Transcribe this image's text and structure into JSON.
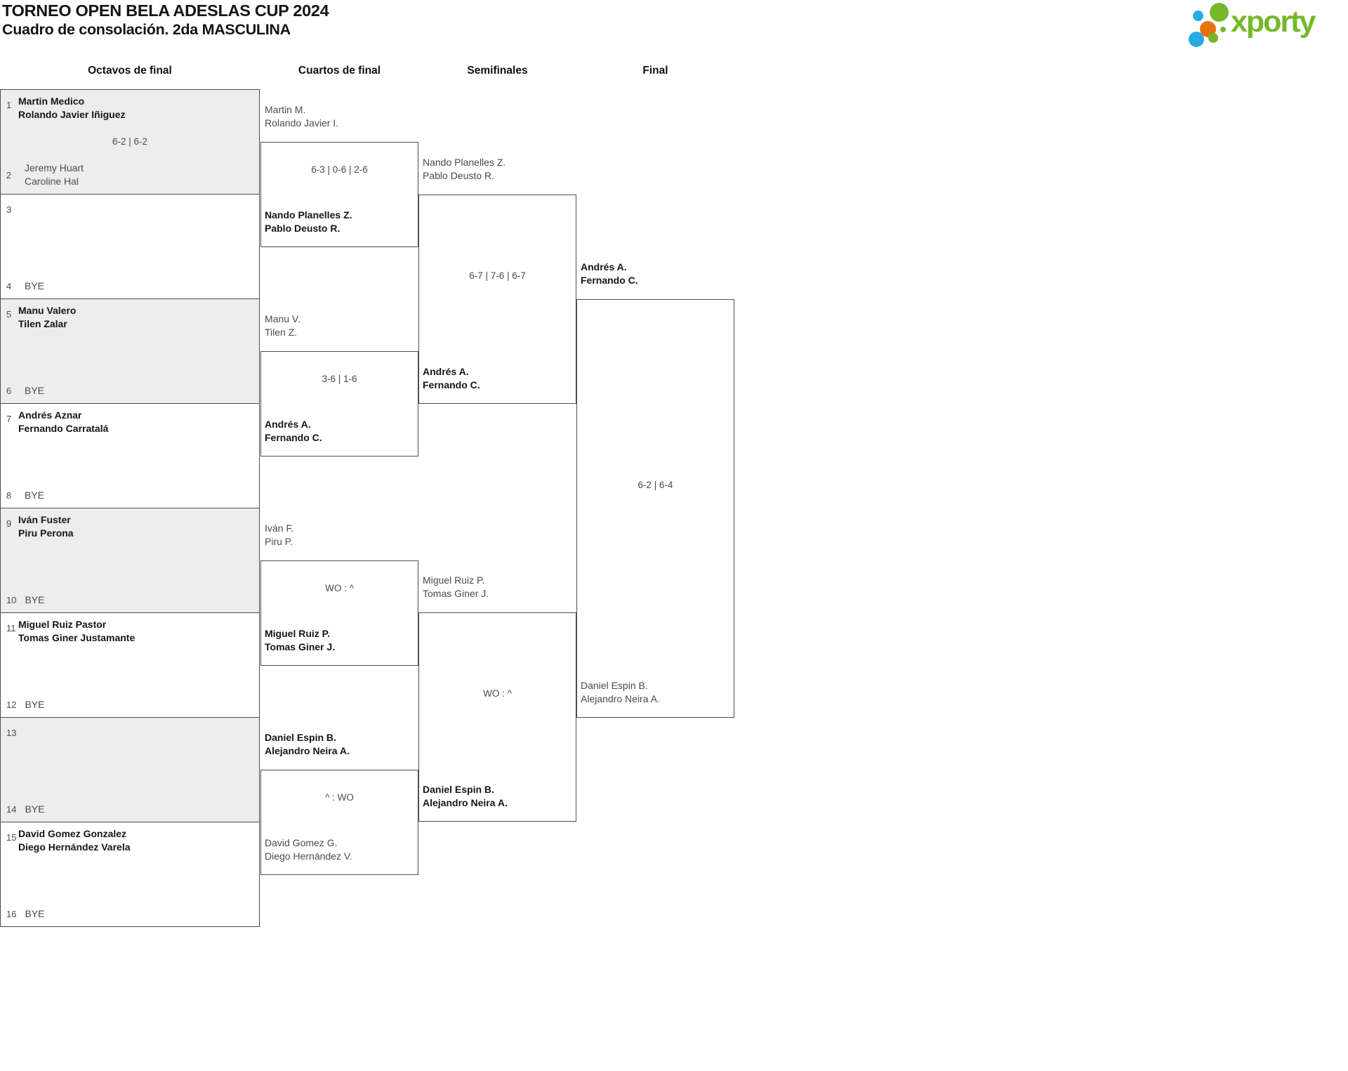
{
  "header": {
    "title": "TORNEO OPEN BELA ADESLAS CUP 2024",
    "subtitle": "Cuadro de consolación. 2da MASCULINA",
    "logo_text": "xporty"
  },
  "colors": {
    "logo_green": "#76b82a",
    "logo_blue": "#29abe2",
    "logo_orange": "#e87210",
    "shaded_row_bg": "#ededed",
    "bracket_line": "#4d4d4d"
  },
  "columns": [
    "Octavos de final",
    "Cuartos de final",
    "Semifinales",
    "Final"
  ],
  "r16": [
    {
      "a": {
        "seed": "1",
        "name": "Martin Medico\nRolando Javier Iñiguez"
      },
      "score": "6-2 | 6-2",
      "b": {
        "seed": "2",
        "name": "Jeremy Huart\nCaroline Hal"
      }
    },
    {
      "a": {
        "seed": "3",
        "name": ""
      },
      "score": "",
      "b": {
        "seed": "4",
        "name": "BYE"
      }
    },
    {
      "a": {
        "seed": "5",
        "name": "Manu Valero\nTilen Zalar"
      },
      "score": "",
      "b": {
        "seed": "6",
        "name": "BYE"
      }
    },
    {
      "a": {
        "seed": "7",
        "name": "Andrés Aznar\nFernando Carratalá"
      },
      "score": "",
      "b": {
        "seed": "8",
        "name": "BYE"
      }
    },
    {
      "a": {
        "seed": "9",
        "name": "Iván Fuster\nPiru Perona"
      },
      "score": "",
      "b": {
        "seed": "10",
        "name": "BYE"
      }
    },
    {
      "a": {
        "seed": "11",
        "name": "Miguel Ruiz Pastor\nTomas Giner Justamante"
      },
      "score": "",
      "b": {
        "seed": "12",
        "name": "BYE"
      }
    },
    {
      "a": {
        "seed": "13",
        "name": ""
      },
      "score": "",
      "b": {
        "seed": "14",
        "name": "BYE"
      }
    },
    {
      "a": {
        "seed": "15",
        "name": "David Gomez Gonzalez\nDiego Hernández Varela"
      },
      "score": "",
      "b": {
        "seed": "16",
        "name": "BYE"
      }
    }
  ],
  "qf": [
    {
      "a": {
        "name": "Martin M.\nRolando Javier I."
      },
      "score": "6-3 | 0-6 | 2-6",
      "b": {
        "name": "Nando Planelles Z.\nPablo Deusto R."
      }
    },
    {
      "a": {
        "name": "Manu V.\nTilen Z."
      },
      "score": "3-6 | 1-6",
      "b": {
        "name": "Andrés A.\nFernando C."
      }
    },
    {
      "a": {
        "name": "Iván F.\nPiru P."
      },
      "score": "WO : ^",
      "b": {
        "name": "Miguel Ruiz P.\nTomas Giner J."
      }
    },
    {
      "a": {
        "name": "Daniel Espin B.\nAlejandro Neira A."
      },
      "score": "^ : WO",
      "b": {
        "name": "David Gomez G.\nDiego Hernández V."
      }
    }
  ],
  "sf": [
    {
      "a": {
        "name": "Nando Planelles Z.\nPablo Deusto R."
      },
      "score": "6-7 | 7-6 | 6-7",
      "b": {
        "name": "Andrés A.\nFernando C."
      }
    },
    {
      "a": {
        "name": "Miguel Ruiz P.\nTomas Giner J."
      },
      "score": "WO : ^",
      "b": {
        "name": "Daniel Espin B.\nAlejandro Neira A."
      }
    }
  ],
  "final": {
    "a": {
      "name": "Andrés A.\nFernando C."
    },
    "score": "6-2 | 6-4",
    "b": {
      "name": "Daniel Espin B.\nAlejandro Neira A."
    }
  }
}
